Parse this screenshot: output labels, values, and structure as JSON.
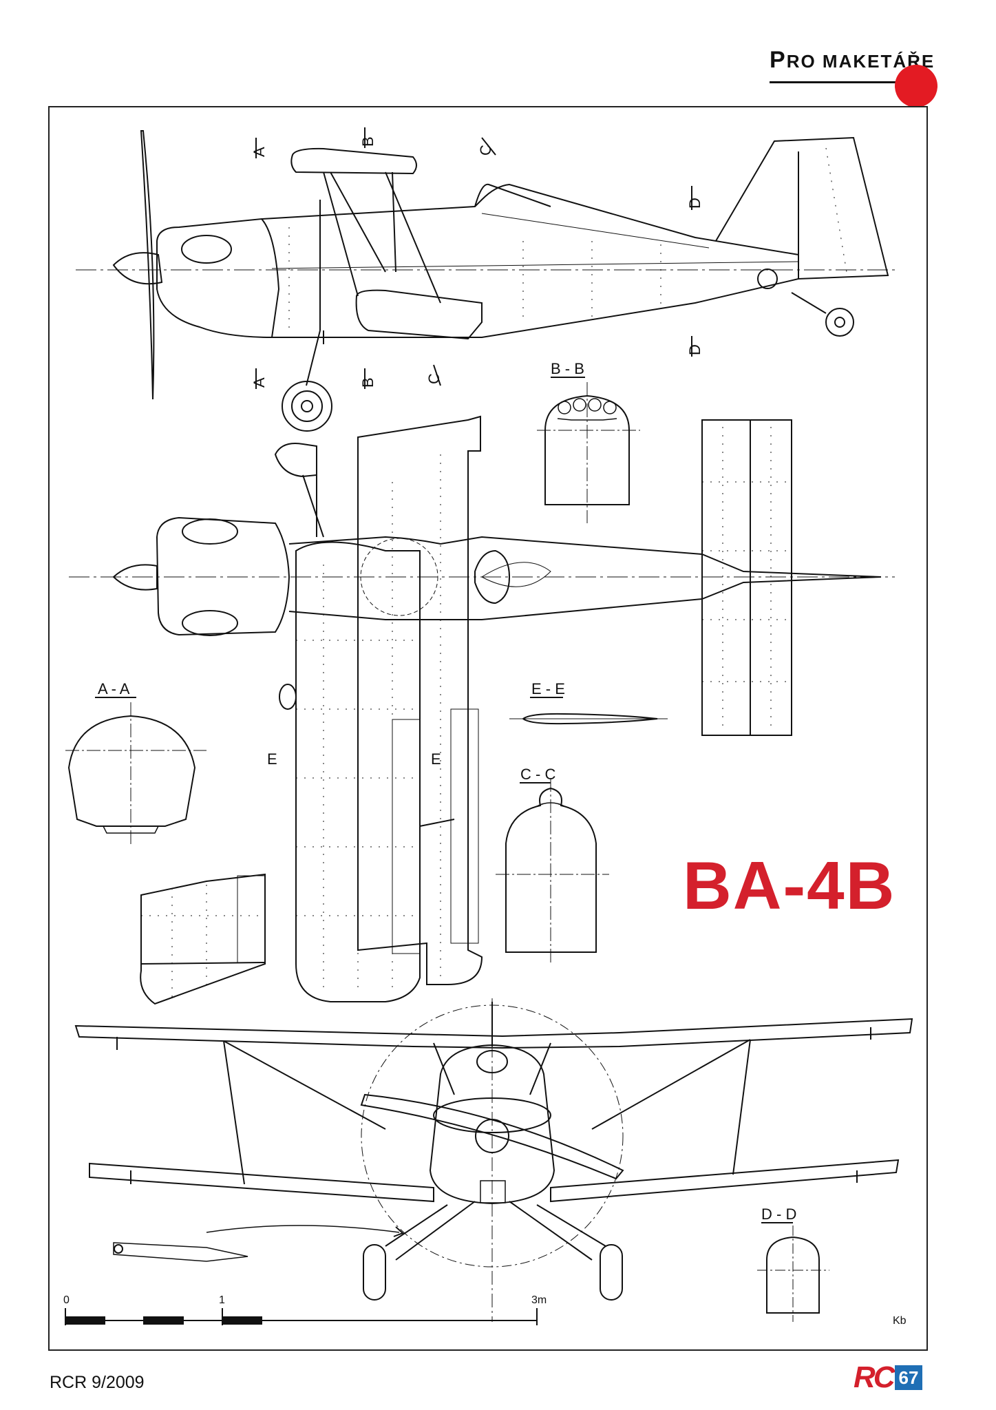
{
  "header": {
    "title_first": "P",
    "title_rest": "RO MAKETÁŘE"
  },
  "model_title": "BA-4B",
  "section_labels": {
    "a": "A",
    "b": "B",
    "c": "C",
    "d": "D",
    "e": "E",
    "aa": "A - A",
    "bb": "B - B",
    "cc": "C - C",
    "dd": "D - D",
    "ee": "E - E"
  },
  "scale": {
    "zero": "0",
    "one": "1",
    "three": "3m"
  },
  "author_initials": "Kb",
  "footer": {
    "issue": "RCR 9/2009",
    "logo": "RC",
    "page_number": "67"
  },
  "colors": {
    "accent_red": "#d4202c",
    "dot_red": "#e31b23",
    "page_blue": "#1f6fb5"
  }
}
